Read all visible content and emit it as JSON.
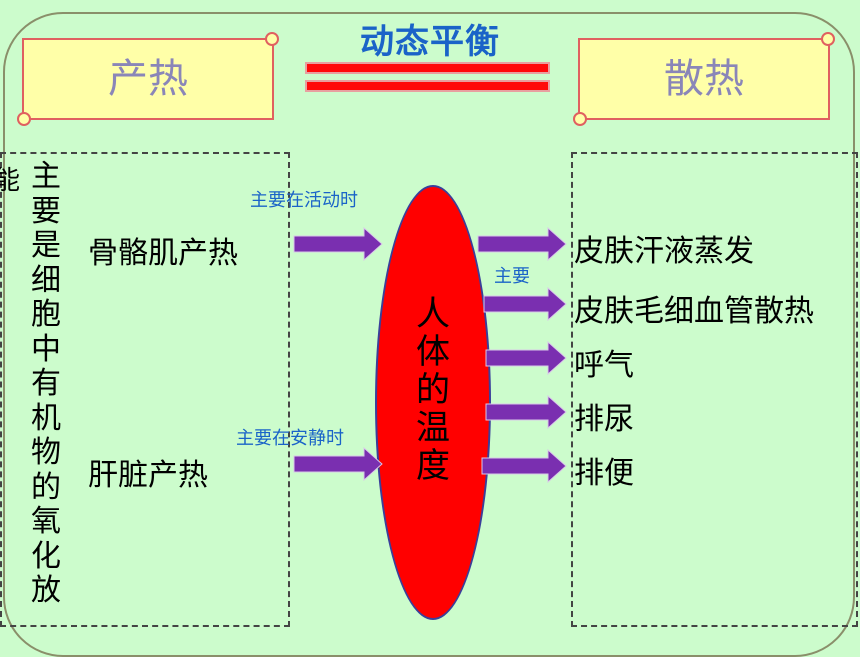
{
  "title": "动态平衡",
  "left_scroll": "产热",
  "right_scroll": "散热",
  "left_edge_char": "能",
  "left_vertical_text": "主要是细胞中有机物的氧化放",
  "producers": [
    {
      "label": "骨骼肌产热",
      "condition": "主要在活动时"
    },
    {
      "label": "肝脏产热",
      "condition": "主要在安静时"
    }
  ],
  "center_label": "人体的温度",
  "dissipation": [
    {
      "label": "皮肤汗液蒸发"
    },
    {
      "label": "皮肤毛细血管散热",
      "note": "主要"
    },
    {
      "label": "呼气"
    },
    {
      "label": "排尿"
    },
    {
      "label": "排便"
    }
  ],
  "colors": {
    "background": "#ccfccc",
    "arrow": "#7a2fb0",
    "oval": "#ff0000",
    "balance": "#ff0a0a",
    "title": "#1a63c8"
  }
}
